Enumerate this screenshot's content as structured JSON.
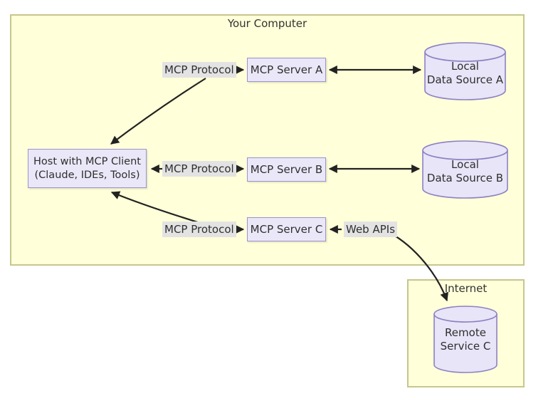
{
  "diagram": {
    "your_computer_title": "Your Computer",
    "internet_title": "Internet",
    "host": {
      "line1": "Host with MCP Client",
      "line2": "(Claude, IDEs, Tools)"
    },
    "servers": {
      "a": "MCP Server A",
      "b": "MCP Server B",
      "c": "MCP Server C"
    },
    "data_sources": {
      "a": {
        "line1": "Local",
        "line2": "Data Source A"
      },
      "b": {
        "line1": "Local",
        "line2": "Data Source B"
      },
      "remote": {
        "line1": "Remote",
        "line2": "Service C"
      }
    },
    "edge_labels": {
      "protocol_a": "MCP Protocol",
      "protocol_b": "MCP Protocol",
      "protocol_c": "MCP Protocol",
      "web_apis": "Web APIs"
    },
    "colors": {
      "container_bg": "#ffffd9",
      "container_border": "#c6c690",
      "node_bg": "#eae8f8",
      "node_border": "#9c92d0",
      "cylinder_bg": "#e7e5f7",
      "cylinder_border": "#8d80c4",
      "label_bg": "#e3e3e3",
      "arrow": "#222222",
      "text": "#2f2f2f"
    }
  }
}
